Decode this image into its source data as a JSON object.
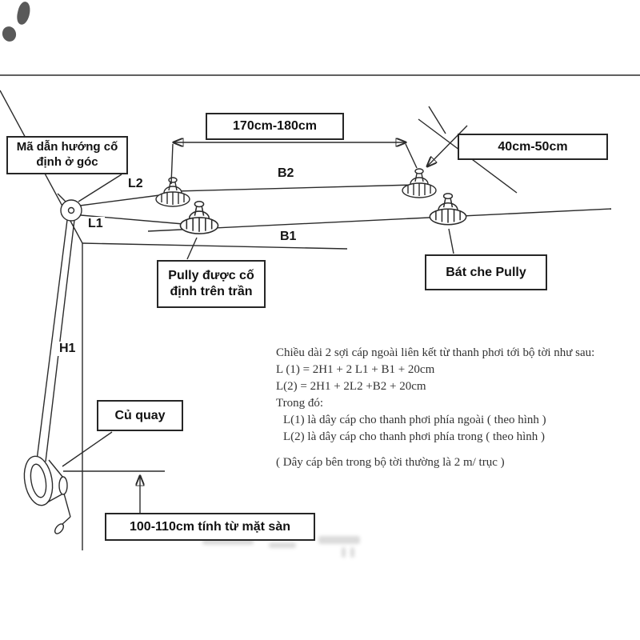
{
  "colors": {
    "line": "#2b2b2b",
    "text": "#1c1c1c"
  },
  "boxes": {
    "guide_corner": "Mã dẫn hướng cố định ở góc",
    "dim_top": "170cm-180cm",
    "dim_ceiling": "40cm-50cm",
    "pulley_fixed": "Pully được cố định trên trần",
    "pulley_cover": "Bát che Pully",
    "winch": "Củ quay",
    "dim_floor": "100-110cm tính từ mặt sàn"
  },
  "segments": {
    "l2": "L2",
    "b2": "B2",
    "l1": "L1",
    "b1": "B1",
    "h1": "H1"
  },
  "formulas": {
    "lines": [
      "Chiều dài 2 sợi cáp ngoài liên kết từ thanh phơi tới bộ tời như sau:",
      "L (1) = 2H1 + 2 L1 + B1 + 20cm",
      "L(2) = 2H1 + 2L2 +B2 + 20cm",
      "Trong đó:",
      "L(1) là dây cáp cho thanh phơi phía ngoài ( theo hình )",
      "L(2) là dây cáp cho thanh phơi phía trong ( theo hình )",
      "( Dây cáp bên trong bộ tời thường là 2 m/ trục )"
    ]
  }
}
